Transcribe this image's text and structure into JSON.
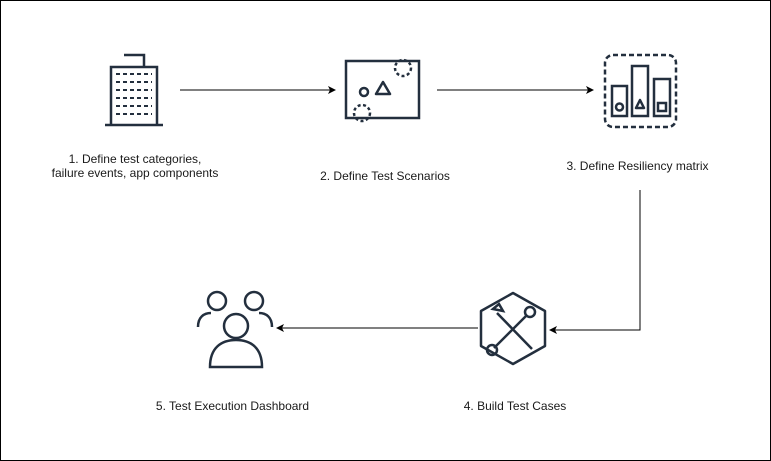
{
  "steps": [
    {
      "id": 1,
      "label_line1": "1. Define test categories,",
      "label_line2": "failure events, app components",
      "icon": "building-icon"
    },
    {
      "id": 2,
      "label": "2. Define Test Scenarios",
      "icon": "scenario-map-icon"
    },
    {
      "id": 3,
      "label": "3. Define Resiliency matrix",
      "icon": "matrix-chart-icon"
    },
    {
      "id": 4,
      "label": "4. Build Test Cases",
      "icon": "tools-hexagon-icon"
    },
    {
      "id": 5,
      "label": "5. Test Execution Dashboard",
      "icon": "users-group-icon"
    }
  ],
  "connections": [
    {
      "from": 1,
      "to": 2
    },
    {
      "from": 2,
      "to": 3
    },
    {
      "from": 3,
      "to": 4
    },
    {
      "from": 4,
      "to": 5
    }
  ],
  "colors": {
    "stroke": "#232f3e",
    "line": "#000000",
    "text": "#1a1a1a"
  }
}
